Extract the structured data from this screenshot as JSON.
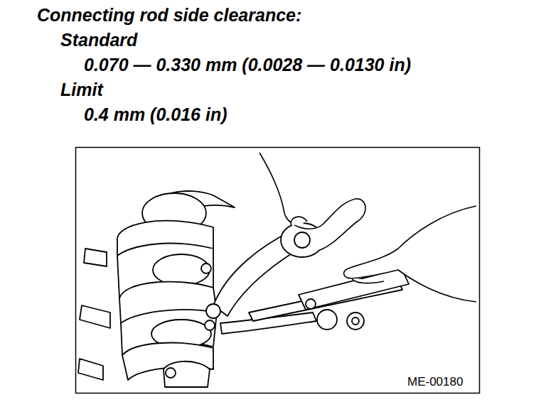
{
  "diagram": {
    "title": "Connecting rod side clearance:",
    "labels": [
      "Standard",
      "0.070 — 0.330 mm (0.0028 — 0.0130 in)",
      "Limit",
      "0.4 mm (0.016 in)",
      "ME-00180"
    ]
  }
}
